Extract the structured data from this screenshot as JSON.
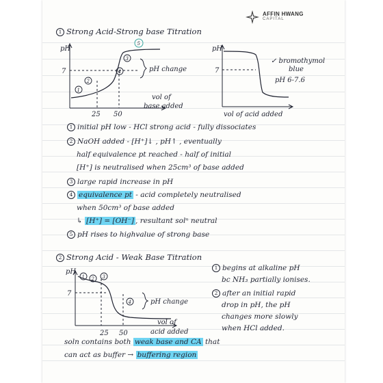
{
  "logo": {
    "name": "AFFIN HWANG",
    "sub": "CAPITAL"
  },
  "section1": {
    "number": "1",
    "title": "Strong Acid-Strong base Titration",
    "graph_left": {
      "y_axis": "pH",
      "y_tick": "7",
      "x_ticks": [
        "25",
        "50"
      ],
      "x_label_line1": "vol of",
      "x_label_line2": "base added",
      "annotation": "pH change",
      "markers": [
        "1",
        "2",
        "3",
        "4",
        "5"
      ]
    },
    "graph_right": {
      "y_axis": "pH",
      "y_tick": "7",
      "x_label": "vol of acid added",
      "indicator_line1": "✓ bromothymol",
      "indicator_line2": "blue",
      "indicator_range": "pH 6-7.6"
    },
    "notes": {
      "n1": {
        "num": "1",
        "text": "initial pH low - HCl strong acid - fully dissociates"
      },
      "n2": {
        "num": "2",
        "line1": "NaOH added - [H⁺]↓ , pH↑ , eventually",
        "line2": "half equivalence pt reached - half of initial",
        "line3": "[H⁺] is neutralised when 25cm³ of base added"
      },
      "n3": {
        "num": "3",
        "text": "large rapid increase in pH"
      },
      "n4": {
        "num": "4",
        "highlight": "equivalence pt",
        "rest": " - acid completely neutralised",
        "line2": "when 50cm³ of base added",
        "arrow": "↳ ",
        "eq_highlight": "[H⁺] = [OH⁻]",
        "eq_rest": ", resultant solⁿ neutral"
      },
      "n5": {
        "num": "5",
        "text": "pH rises to highvalue of strong base"
      }
    }
  },
  "section2": {
    "number": "2",
    "title": "Strong Acid - Weak Base Titration",
    "graph": {
      "y_axis": "pH",
      "y_tick": "7",
      "x_ticks": [
        "25",
        "50"
      ],
      "x_label_line1": "vol of",
      "x_label_line2": "acid added",
      "annotation": "pH change",
      "markers": [
        "1",
        "2",
        "3",
        "4"
      ]
    },
    "side_notes": {
      "s1": {
        "num": "1",
        "line1": "begins at alkaline pH",
        "line2": "bc NH₃ partially ionises."
      },
      "s2": {
        "num": "2",
        "line1": "after an initial rapid",
        "line2": "drop in pH, the pH",
        "line3": "changes more slowly",
        "line4": "when HCl added."
      }
    },
    "conclusion": {
      "part1": "soln contains both ",
      "highlight1": "weak base and CA",
      "part2": " that",
      "line2_text": "can act as buffer → ",
      "highlight2": "buffering region"
    }
  }
}
